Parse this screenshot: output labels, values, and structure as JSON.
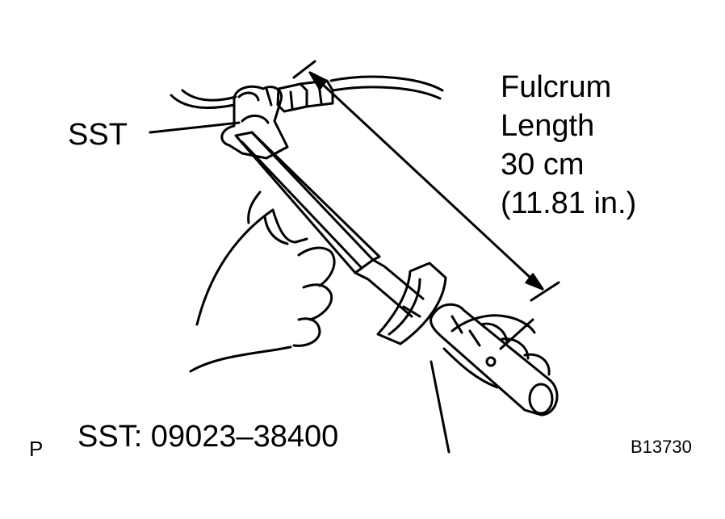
{
  "labels": {
    "sst": "SST",
    "fulcrum_lines": [
      "Fulcrum",
      "Length",
      "30 cm",
      "(11.81 in.)"
    ],
    "sst_number": "SST: 09023–38400",
    "page_mark": "P",
    "figure_id": "B13730"
  },
  "colors": {
    "ink": "#000000",
    "paper": "#ffffff"
  }
}
